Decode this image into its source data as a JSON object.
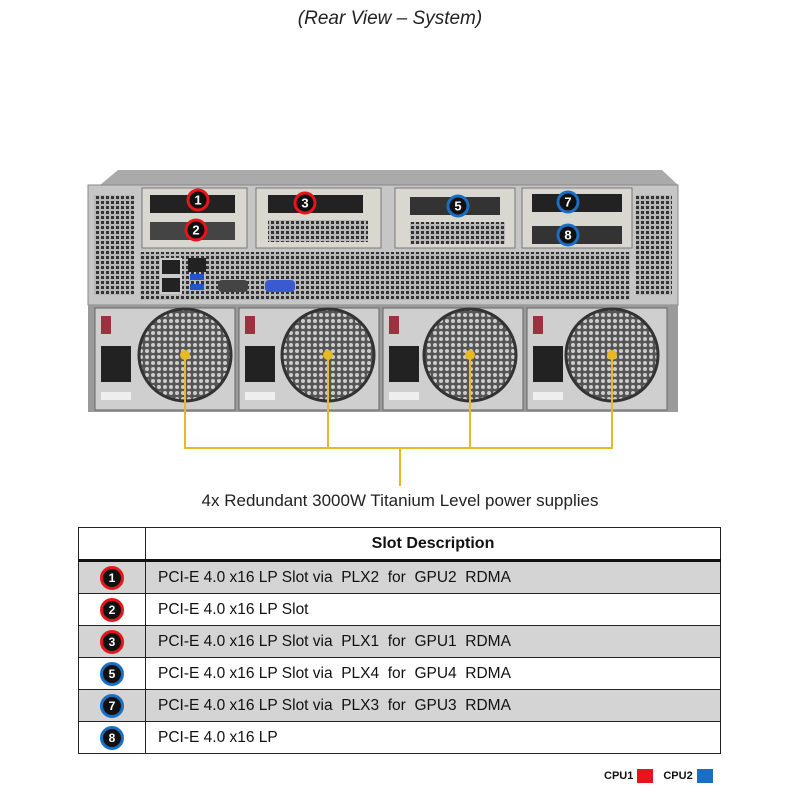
{
  "title": "(Rear View – System)",
  "caption": "4x Redundant 3000W Titanium Level power supplies",
  "colors": {
    "cpu1": "#e8141c",
    "cpu2": "#1a6fc4",
    "connector": "#e8b923"
  },
  "server_badges": [
    {
      "num": "1",
      "cpu": "cpu1"
    },
    {
      "num": "2",
      "cpu": "cpu1"
    },
    {
      "num": "3",
      "cpu": "cpu1"
    },
    {
      "num": "5",
      "cpu": "cpu2"
    },
    {
      "num": "7",
      "cpu": "cpu2"
    },
    {
      "num": "8",
      "cpu": "cpu2"
    }
  ],
  "table": {
    "header": "Slot Description",
    "rows": [
      {
        "num": "1",
        "cpu": "cpu1",
        "desc": "PCI-E 4.0 x16 LP Slot via  PLX2  for  GPU2  RDMA"
      },
      {
        "num": "2",
        "cpu": "cpu1",
        "desc": "PCI-E 4.0 x16 LP Slot"
      },
      {
        "num": "3",
        "cpu": "cpu1",
        "desc": "PCI-E 4.0 x16 LP Slot via  PLX1  for  GPU1  RDMA"
      },
      {
        "num": "5",
        "cpu": "cpu2",
        "desc": "PCI-E 4.0 x16 LP Slot via  PLX4  for  GPU4  RDMA"
      },
      {
        "num": "7",
        "cpu": "cpu2",
        "desc": "PCI-E 4.0 x16 LP Slot via  PLX3  for  GPU3  RDMA"
      },
      {
        "num": "8",
        "cpu": "cpu2",
        "desc": "PCI-E 4.0 x16 LP"
      }
    ]
  },
  "legend": {
    "cpu1": "CPU1",
    "cpu2": "CPU2"
  }
}
